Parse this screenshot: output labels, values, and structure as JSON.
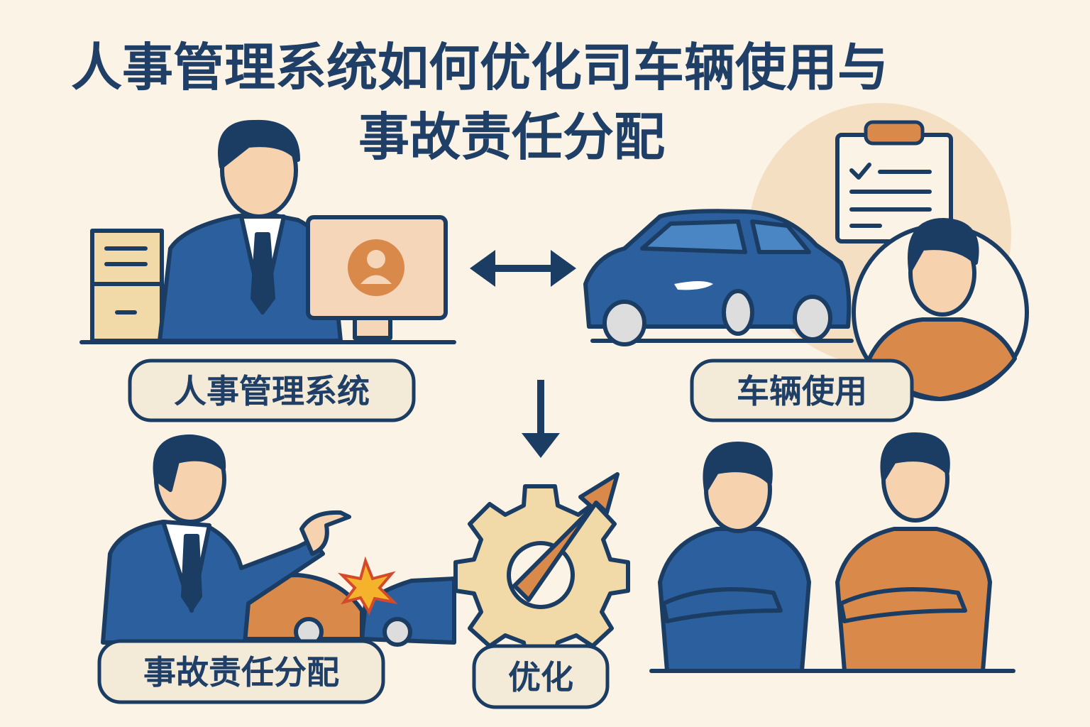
{
  "title": {
    "line1": "人事管理系统如何优化司车辆使用与",
    "line2": "事故责任分配"
  },
  "labels": {
    "hr_system": "人事管理系统",
    "vehicle_use": "车辆使用",
    "accident_liability": "事故责任分配",
    "optimize": "优化"
  },
  "colors": {
    "background": "#fbf3e6",
    "navy": "#1b3d63",
    "blue": "#2c5f9e",
    "orange": "#d9894a",
    "cream": "#f5deb3",
    "pill": "#f4ead8"
  }
}
